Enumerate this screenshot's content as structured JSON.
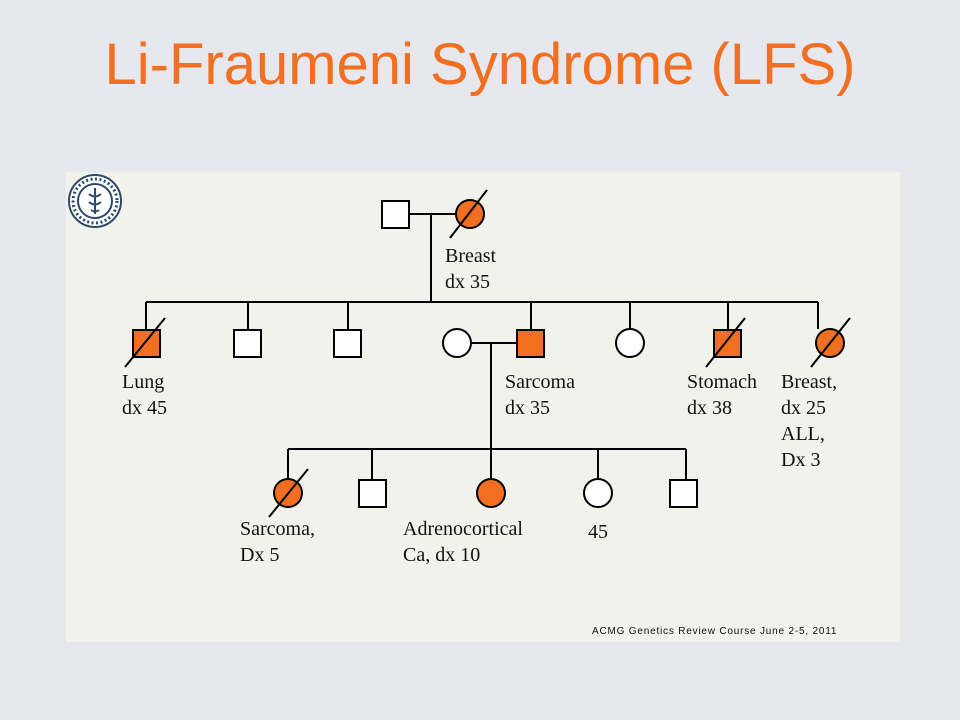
{
  "slide": {
    "title": "Li-Fraumeni Syndrome (LFS)"
  },
  "colors": {
    "affected": "#f26f21",
    "title": "#f26f21",
    "panel": "#f2f2ed",
    "background": "#e7e8ee"
  },
  "pedigree": {
    "gen1": {
      "grandfather": {
        "sex": "male",
        "affected": false,
        "deceased": false
      },
      "grandmother": {
        "sex": "female",
        "affected": true,
        "deceased": true,
        "label_lines": [
          "Breast",
          "dx 35"
        ]
      }
    },
    "gen2": [
      {
        "sex": "male",
        "affected": true,
        "deceased": true,
        "label_lines": [
          "Lung",
          "dx 45"
        ]
      },
      {
        "sex": "male",
        "affected": false,
        "deceased": false
      },
      {
        "sex": "male",
        "affected": false,
        "deceased": false
      },
      {
        "sex": "female",
        "affected": false,
        "deceased": false,
        "role": "spouse"
      },
      {
        "sex": "male",
        "affected": true,
        "deceased": false,
        "label_lines": [
          "Sarcoma",
          "dx 35"
        ]
      },
      {
        "sex": "female",
        "affected": false,
        "deceased": false
      },
      {
        "sex": "male",
        "affected": true,
        "deceased": true,
        "label_lines": [
          "Stomach",
          "dx 38"
        ]
      },
      {
        "sex": "female",
        "affected": true,
        "deceased": true,
        "label_lines": [
          "Breast,",
          "dx 25",
          "ALL,",
          "Dx 3"
        ]
      }
    ],
    "gen3": [
      {
        "sex": "female",
        "affected": true,
        "deceased": true,
        "label_lines": [
          "Sarcoma,",
          "Dx 5"
        ]
      },
      {
        "sex": "male",
        "affected": false,
        "deceased": false
      },
      {
        "sex": "female",
        "affected": true,
        "deceased": false,
        "label_lines": [
          "Adrenocortical",
          "Ca, dx 10"
        ]
      },
      {
        "sex": "female",
        "affected": false,
        "deceased": false,
        "label_lines": [
          "45"
        ]
      },
      {
        "sex": "male",
        "affected": false,
        "deceased": false
      }
    ]
  },
  "footer": {
    "credit": "ACMG Genetics Review Course   June 2-5, 2011"
  },
  "logo": {
    "icon": "acmg-seal-icon"
  }
}
